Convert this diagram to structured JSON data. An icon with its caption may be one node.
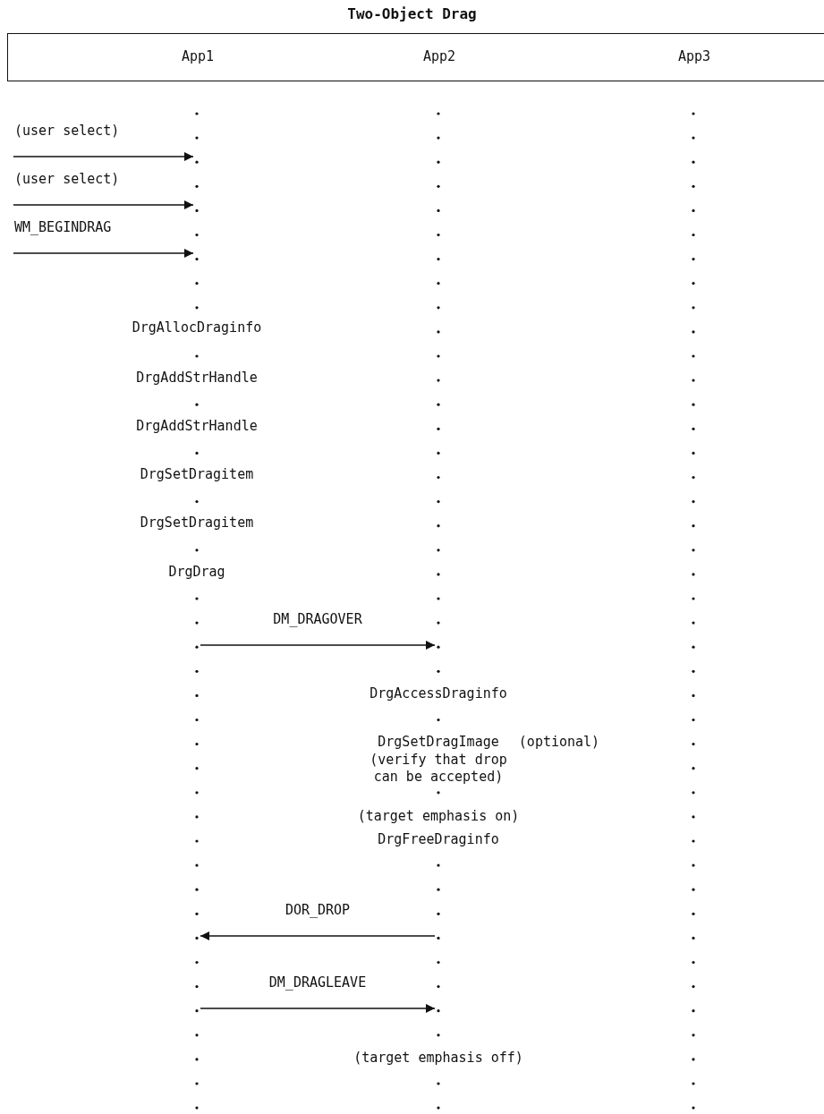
{
  "diagram": {
    "title": "Two-Object Drag",
    "nodes": [
      {
        "text": [
          "App1",
          "App2",
          "App3"
        ]
      },
      {
        "text": [],
        "shape": "line"
      },
      {
        "text": [],
        "shape": "line"
      },
      {
        "text": [],
        "shape": "line"
      }
    ],
    "edges": [
      {
        "from": null,
        "to": 1,
        "arrow": "to",
        "label": "(user select)"
      },
      {
        "from": null,
        "to": 1,
        "arrow": "to",
        "label": "(user select)"
      },
      {
        "from": null,
        "to": 1,
        "arrow": "to",
        "label": "WM_BEGINDRAG"
      },
      {
        "from": 1,
        "to": 2,
        "arrow": "to",
        "label": "DM_DRAGOVER"
      },
      {
        "from": 2,
        "to": 1,
        "arrow": "to",
        "label": "DOR_DROP"
      },
      {
        "from": 1,
        "to": 2,
        "arrow": "to",
        "label": "DM_DRAGLEAVE"
      }
    ],
    "labels": [
      "DrgAllocDraginfo",
      "DrgAddStrHandle",
      "DrgAddStrHandle",
      "DrgSetDragitem",
      "DrgSetDragitem",
      "DrgDrag",
      "DrgAccessDraginfo",
      "DrgSetDragImage",
      "(optional)",
      "(verify that drop can be accepted)",
      "(target emphasis on)",
      "DrgFreeDraginfo",
      "(target emphasis off)"
    ]
  }
}
